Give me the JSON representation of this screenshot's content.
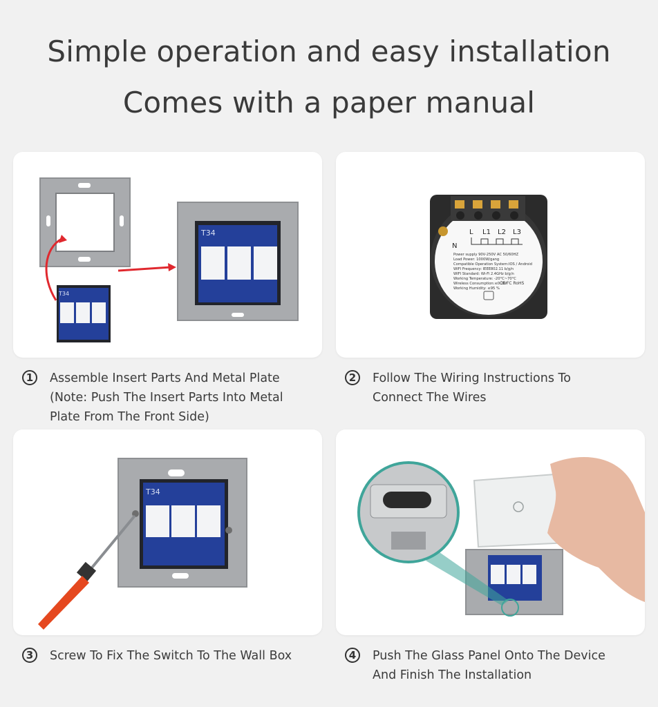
{
  "headline": {
    "line1": "Simple operation and easy installation",
    "line2": "Comes with a paper manual"
  },
  "steps": [
    {
      "number": "1",
      "lines": [
        "Assemble Insert Parts And Metal Plate",
        "(Note: Push The Insert Parts Into Metal",
        "Plate From The Front Side)"
      ]
    },
    {
      "number": "2",
      "lines": [
        "Follow The Wiring Instructions To",
        "Connect The Wires"
      ]
    },
    {
      "number": "3",
      "lines": [
        "Screw To Fix The Switch To The Wall Box"
      ]
    },
    {
      "number": "4",
      "lines": [
        "Push The Glass Panel Onto The Device",
        "And Finish The Installation"
      ]
    }
  ],
  "module_label": "T34",
  "wiring_labels": {
    "terminals": [
      "L",
      "L1",
      "L2",
      "L3"
    ],
    "neutral": "N",
    "specs": [
      "Power supply 90V-250V AC 50/60HZ",
      "Load Power: 1000W/gang",
      "Compatible Operation System:IOS / Android",
      "WIFI Frequency: IEEE802.11 b/g/n",
      "WIFI Standard: Wi-Fi 2.4GHz b/g/n",
      "Working Temperature: -20°C~70°C",
      "Wireless Consumption:≤0.2W",
      "Working Humidity: ≤95 %"
    ],
    "certs": "CE FC RoHS"
  },
  "colors": {
    "background": "#f1f1f1",
    "card": "#ffffff",
    "plate_gray": "#a7a9ac",
    "module_blue": "#24409a",
    "arrow_red": "#e0282e",
    "handle_orange": "#e5481f",
    "teal": "#3fa59a"
  }
}
